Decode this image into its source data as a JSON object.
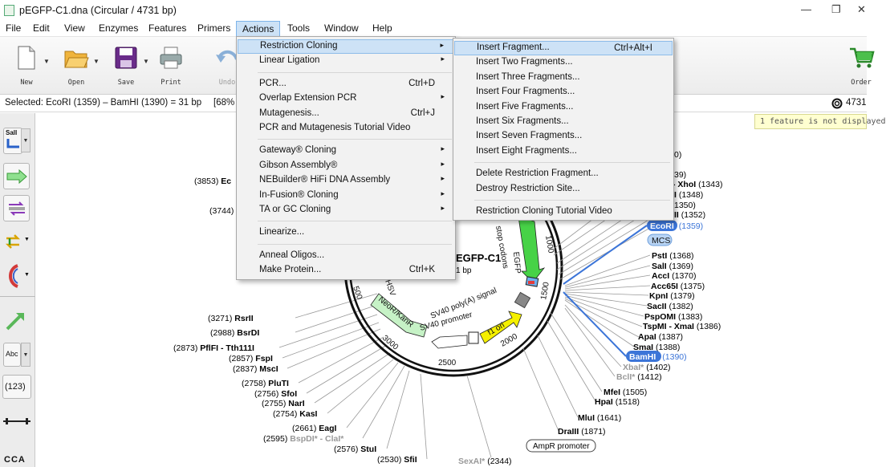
{
  "window": {
    "title": "pEGFP-C1.dna  (Circular / 4731 bp)",
    "controls": [
      "—",
      "❐",
      "✕"
    ]
  },
  "menubar": [
    "File",
    "Edit",
    "View",
    "Enzymes",
    "Features",
    "Primers",
    "Actions",
    "Tools",
    "Window",
    "Help"
  ],
  "toolbar": [
    {
      "label": "New",
      "icon": "new-document-icon"
    },
    {
      "label": "Open",
      "icon": "folder-open-icon"
    },
    {
      "label": "Save",
      "icon": "save-disk-icon"
    },
    {
      "label": "Print",
      "icon": "printer-icon"
    },
    {
      "label": "Undo",
      "icon": "undo-arrow-icon"
    },
    {
      "label": "Order",
      "icon": "shopping-cart-icon"
    }
  ],
  "status": {
    "selected": "Selected: EcoRI (1359) – BamHI (1390) = 31 bp",
    "zoom": "[68%",
    "bp": "4731"
  },
  "notice": "1 feature is not displayed",
  "sidebar": {
    "tool1_label": "SalI",
    "tool6_label": "Abc",
    "tool7_label": "(123)",
    "tool9_label": "CCA"
  },
  "actions_menu": [
    {
      "label": "Restriction Cloning",
      "shortcut": "",
      "arrow": "▸",
      "highlight": true
    },
    {
      "label": "Linear Ligation",
      "shortcut": "",
      "arrow": "▸"
    },
    {
      "sep": true
    },
    {
      "label": "PCR...",
      "shortcut": "Ctrl+D",
      "arrow": ""
    },
    {
      "label": "Overlap Extension PCR",
      "shortcut": "",
      "arrow": "▸"
    },
    {
      "label": "Mutagenesis...",
      "shortcut": "Ctrl+J",
      "arrow": ""
    },
    {
      "label": "PCR and Mutagenesis Tutorial Video",
      "shortcut": "",
      "arrow": ""
    },
    {
      "sep": true
    },
    {
      "label": "Gateway® Cloning",
      "shortcut": "",
      "arrow": "▸"
    },
    {
      "label": "Gibson Assembly®",
      "shortcut": "",
      "arrow": "▸"
    },
    {
      "label": "NEBuilder® HiFi DNA Assembly",
      "shortcut": "",
      "arrow": "▸"
    },
    {
      "label": "In-Fusion® Cloning",
      "shortcut": "",
      "arrow": "▸"
    },
    {
      "label": "TA or GC Cloning",
      "shortcut": "",
      "arrow": "▸"
    },
    {
      "sep": true
    },
    {
      "label": "Linearize...",
      "shortcut": "",
      "arrow": ""
    },
    {
      "sep": true
    },
    {
      "label": "Anneal Oligos...",
      "shortcut": "",
      "arrow": ""
    },
    {
      "label": "Make Protein...",
      "shortcut": "Ctrl+K",
      "arrow": ""
    }
  ],
  "submenu": [
    {
      "label": "Insert Fragment...",
      "shortcut": "Ctrl+Alt+I",
      "highlight": true
    },
    {
      "label": "Insert Two Fragments...",
      "shortcut": ""
    },
    {
      "label": "Insert Three Fragments...",
      "shortcut": ""
    },
    {
      "label": "Insert Four Fragments...",
      "shortcut": ""
    },
    {
      "label": "Insert Five Fragments...",
      "shortcut": ""
    },
    {
      "label": "Insert Six Fragments...",
      "shortcut": ""
    },
    {
      "label": "Insert Seven Fragments...",
      "shortcut": ""
    },
    {
      "label": "Insert Eight Fragments...",
      "shortcut": ""
    },
    {
      "sep": true
    },
    {
      "label": "Delete Restriction Fragment...",
      "shortcut": ""
    },
    {
      "label": "Destroy Restriction Site...",
      "shortcut": ""
    },
    {
      "sep": true
    },
    {
      "label": "Restriction Cloning Tutorial Video",
      "shortcut": ""
    }
  ],
  "plasmid": {
    "name": "pEGFP-C1",
    "size_label": "1 bp",
    "ticks": [
      "1000",
      "1500",
      "2000",
      "2500",
      "3000",
      "500"
    ],
    "features": [
      "stop codons",
      "EGFP",
      "SV40 poly(A) signal",
      "SV40 promoter",
      "f1 ori",
      "NeoR/KanR",
      "HSV",
      "MCS",
      "AmpR promoter"
    ],
    "left_sites": [
      {
        "pos": "(3853)",
        "name": "Ec"
      },
      {
        "pos": "(3744)",
        "name": ""
      },
      {
        "pos": "(3271)",
        "name": "RsrII"
      },
      {
        "pos": "(2988)",
        "name": "BsrDI"
      },
      {
        "pos": "(2873)",
        "name": "PflFI - Tth111I"
      },
      {
        "pos": "(2857)",
        "name": "FspI"
      },
      {
        "pos": "(2837)",
        "name": "MscI"
      },
      {
        "pos": "(2758)",
        "name": "PluTI"
      },
      {
        "pos": "(2756)",
        "name": "SfoI"
      },
      {
        "pos": "(2755)",
        "name": "NarI"
      },
      {
        "pos": "(2754)",
        "name": "KasI"
      },
      {
        "pos": "(2661)",
        "name": "EagI"
      },
      {
        "pos": "(2595)",
        "name": "BspDI* - ClaI*"
      },
      {
        "pos": "(2576)",
        "name": "StuI"
      },
      {
        "pos": "(2530)",
        "name": "SfiI"
      }
    ],
    "right_sites": [
      {
        "name": "",
        "pos": "0)"
      },
      {
        "name": "",
        "pos": "39)"
      },
      {
        "name": "- XhoI",
        "pos": "(1343)"
      },
      {
        "name": "I",
        "pos": "(1348)"
      },
      {
        "name": "",
        "pos": "1350)"
      },
      {
        "name": "II",
        "pos": "(1352)"
      },
      {
        "name": "EcoRI",
        "pos": "(1359)"
      },
      {
        "name": "MCS",
        "pos": ""
      },
      {
        "name": "PstI",
        "pos": "(1368)"
      },
      {
        "name": "SalI",
        "pos": "(1369)"
      },
      {
        "name": "AccI",
        "pos": "(1370)"
      },
      {
        "name": "Acc65I",
        "pos": "(1375)"
      },
      {
        "name": "KpnI",
        "pos": "(1379)"
      },
      {
        "name": "SacII",
        "pos": "(1382)"
      },
      {
        "name": "PspOMI",
        "pos": "(1383)"
      },
      {
        "name": "TspMI - XmaI",
        "pos": "(1386)"
      },
      {
        "name": "ApaI",
        "pos": "(1387)"
      },
      {
        "name": "SmaI",
        "pos": "(1388)"
      },
      {
        "name": "BamHI",
        "pos": "(1390)"
      },
      {
        "name": "XbaI*",
        "pos": "(1402)"
      },
      {
        "name": "BclI*",
        "pos": "(1412)"
      },
      {
        "name": "MfeI",
        "pos": "(1505)"
      },
      {
        "name": "HpaI",
        "pos": "(1518)"
      },
      {
        "name": "MluI",
        "pos": "(1641)"
      },
      {
        "name": "DraIII",
        "pos": "(1871)"
      },
      {
        "name": "SexAI*",
        "pos": "(2344)"
      }
    ]
  }
}
